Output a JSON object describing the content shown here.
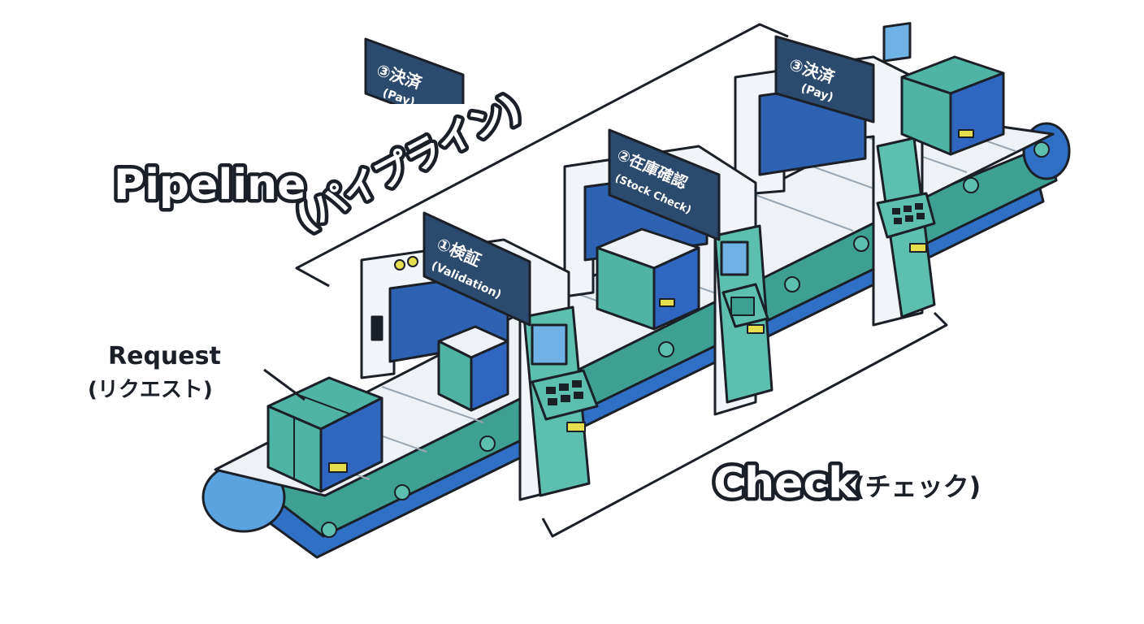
{
  "labels": {
    "pipeline_en": "Pipeline",
    "pipeline_ja": "(パイプライン)",
    "request_en": "Request",
    "request_ja": "(リクエスト)",
    "check_en": "Check",
    "check_ja": "(チェック)"
  },
  "gates": [
    {
      "sign_ja": "①検証",
      "sign_en": "(Validation)"
    },
    {
      "sign_ja": "②在庫確認",
      "sign_en": "(Stock Check)"
    },
    {
      "sign_ja": "③決済",
      "sign_en": "(Pay)"
    }
  ],
  "fragment_sign": {
    "sign_ja": "③決済",
    "sign_en": "(Pay)"
  },
  "colors": {
    "outline": "#1b1f27",
    "belt_blue": "#2f6fc4",
    "belt_light": "#5aa3df",
    "belt_surface": "#eef2f6",
    "frame": "#f1f4f8",
    "interior": "#2d62b3",
    "teal": "#5cbfb0",
    "teal_dark": "#3e9f93",
    "sign": "#2c4a6e",
    "screen": "#6fb2e6",
    "label_yellow": "#e5df4e",
    "box_blue": "#2f67c0",
    "box_teal": "#4fb3a5"
  }
}
